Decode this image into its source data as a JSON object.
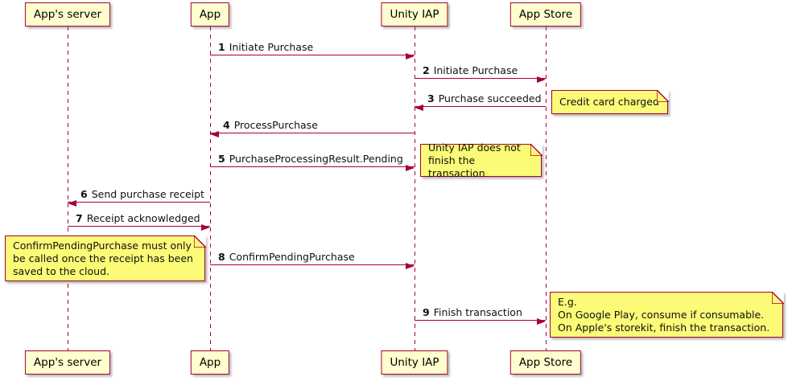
{
  "diagram": {
    "type": "sequence-diagram",
    "participants": [
      {
        "id": "apps-server",
        "label": "App's server"
      },
      {
        "id": "app",
        "label": "App"
      },
      {
        "id": "unity-iap",
        "label": "Unity IAP"
      },
      {
        "id": "app-store",
        "label": "App Store"
      }
    ],
    "messages": [
      {
        "num": "1",
        "text": "Initiate Purchase",
        "from": "app",
        "to": "unity-iap"
      },
      {
        "num": "2",
        "text": "Initiate Purchase",
        "from": "unity-iap",
        "to": "app-store"
      },
      {
        "num": "3",
        "text": "Purchase succeeded",
        "from": "app-store",
        "to": "unity-iap"
      },
      {
        "num": "4",
        "text": "ProcessPurchase",
        "from": "unity-iap",
        "to": "app"
      },
      {
        "num": "5",
        "text": "PurchaseProcessingResult.Pending",
        "from": "app",
        "to": "unity-iap"
      },
      {
        "num": "6",
        "text": "Send purchase receipt",
        "from": "app",
        "to": "apps-server"
      },
      {
        "num": "7",
        "text": "Receipt acknowledged",
        "from": "apps-server",
        "to": "app"
      },
      {
        "num": "8",
        "text": "ConfirmPendingPurchase",
        "from": "app",
        "to": "unity-iap"
      },
      {
        "num": "9",
        "text": "Finish transaction",
        "from": "unity-iap",
        "to": "app-store"
      }
    ],
    "notes": [
      {
        "id": "credit-card-charged",
        "text": "Credit card charged"
      },
      {
        "id": "unity-iap-pending",
        "text": "Unity IAP does not\nfinish the transaction"
      },
      {
        "id": "confirm-pending-purchase",
        "text": "ConfirmPendingPurchase must only\nbe called once the receipt has been\nsaved to the cloud."
      },
      {
        "id": "finish-transaction-examples",
        "text": "E.g.\nOn Google Play, consume if consumable.\nOn Apple's storekit, finish the transaction."
      }
    ],
    "colors": {
      "accent": "#A80036",
      "participant_fill": "#FEFECE",
      "note_fill": "#FBFB77"
    }
  }
}
